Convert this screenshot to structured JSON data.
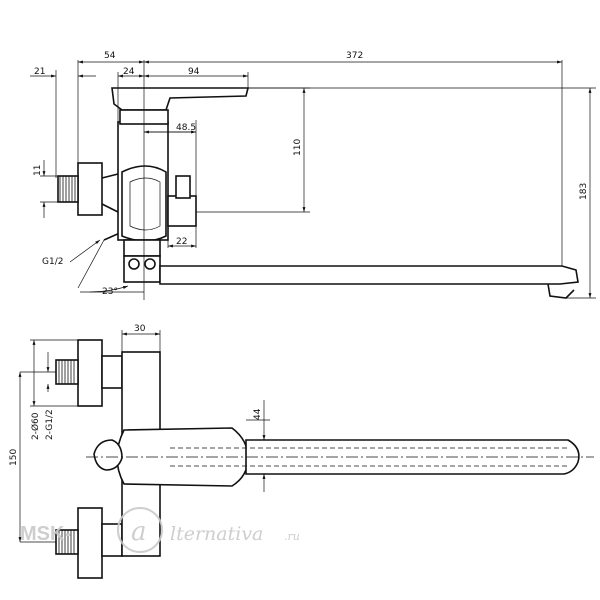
{
  "dimensions": {
    "d_54": "54",
    "d_372": "372",
    "d_21": "21",
    "d_24": "24",
    "d_94": "94",
    "d_48_5": "48.5",
    "d_110": "110",
    "d_183": "183",
    "d_11": "11",
    "d_22": "22",
    "d_g12": "G1/2",
    "d_23deg": "23°",
    "d_30": "30",
    "d_44": "44",
    "d_150": "150",
    "d_2phi60": "2-Ø60",
    "d_2g12": "2-G1/2"
  },
  "watermark": {
    "part1": "MSK-",
    "part2": "lternativa",
    "part3": ".ru"
  }
}
